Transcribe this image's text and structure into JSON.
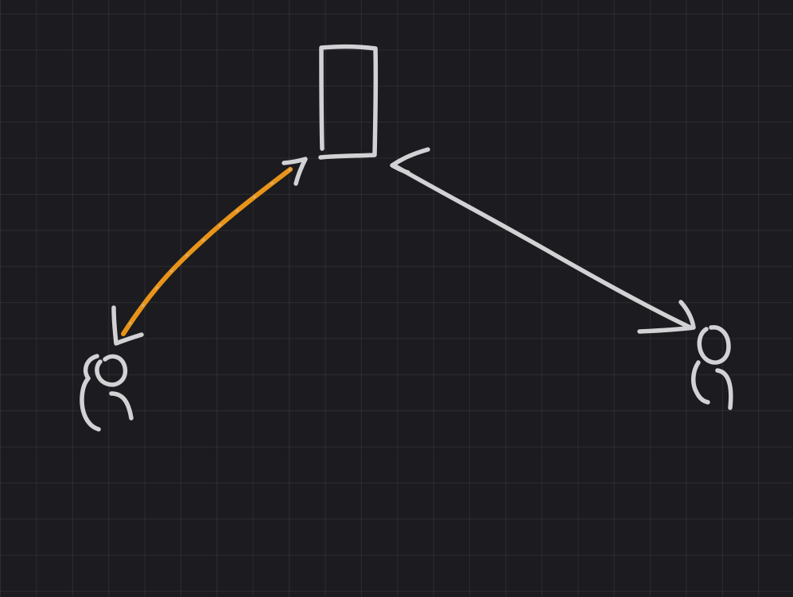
{
  "canvas": {
    "background_color": "#1c1b1f",
    "grid": true,
    "grid_color": "#2e2d31"
  },
  "colors": {
    "ink": "#d2d2d4",
    "highlight": "#e8941a"
  },
  "elements": {
    "server": {
      "shape": "rectangle"
    },
    "left_user": {
      "shape": "user-icon"
    },
    "right_user": {
      "shape": "user-icon"
    },
    "left_connection": {
      "shape": "double-arrow",
      "highlighted": true
    },
    "right_connection": {
      "shape": "double-arrow",
      "highlighted": false
    }
  }
}
